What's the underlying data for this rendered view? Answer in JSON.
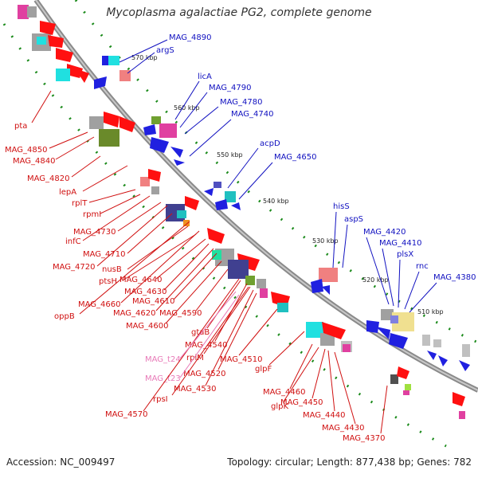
{
  "title": "Mycoplasma agalactiae PG2, complete genome",
  "footer": {
    "accession": "Accession: NC_009497",
    "summary": "Topology: circular; Length: 877,438 bp; Genes: 782"
  },
  "colors": {
    "backbone": "#8a8a8a",
    "forward_label": "#1010c0",
    "reverse_label": "#d01010",
    "trna_label": "#e87ab8",
    "tick": "#1a8a1a"
  },
  "kbp_ticks": [
    "570 kbp",
    "560 kbp",
    "550 kbp",
    "540 kbp",
    "530 kbp",
    "520 kbp",
    "510 kbp"
  ],
  "forward_genes": [
    "MAG_4890",
    "argS",
    "licA",
    "MAG_4790",
    "MAG_4780",
    "MAG_4740",
    "acpD",
    "MAG_4650",
    "hisS",
    "aspS",
    "MAG_4420",
    "MAG_4410",
    "plsX",
    "rnc",
    "MAG_4380"
  ],
  "reverse_genes": [
    "pta",
    "MAG_4850",
    "MAG_4840",
    "MAG_4820",
    "lepA",
    "rplT",
    "rpmI",
    "MAG_4730",
    "infC",
    "MAG_4710",
    "MAG_4720",
    "nusB",
    "ptsH",
    "MAG_4640",
    "MAG_4630",
    "MAG_4660",
    "MAG_4610",
    "MAG_4620",
    "oppB",
    "MAG_4590",
    "MAG_4600",
    "gtaB",
    "MAG_4540",
    "rplM",
    "MAG_4520",
    "MAG_4530",
    "rpsI",
    "MAG_4570",
    "MAG_4510",
    "glpF",
    "MAG_4460",
    "MAG_4450",
    "glpK",
    "MAG_4440",
    "MAG_4430",
    "MAG_4370"
  ],
  "trna_genes": [
    "MAG_t24",
    "MAG_t23"
  ]
}
